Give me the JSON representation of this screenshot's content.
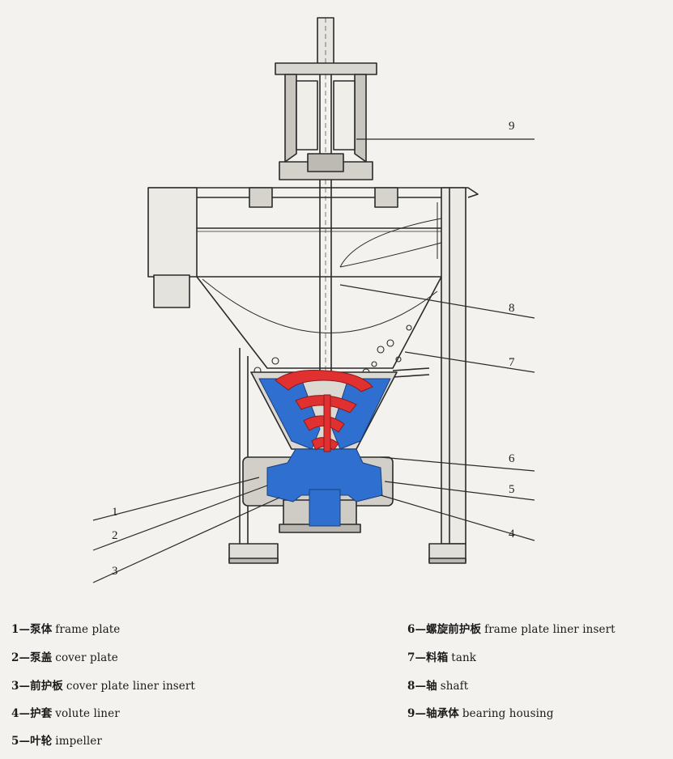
{
  "callouts": [
    "1",
    "2",
    "3",
    "4",
    "5",
    "6",
    "7",
    "8",
    "9"
  ],
  "legend": [
    {
      "num": "1—",
      "zh": "泵体",
      "en": "frame plate"
    },
    {
      "num": "2—",
      "zh": "泵盖",
      "en": "cover plate"
    },
    {
      "num": "3—",
      "zh": "前护板",
      "en": "cover plate liner insert"
    },
    {
      "num": "4—",
      "zh": "护套",
      "en": "volute liner"
    },
    {
      "num": "5—",
      "zh": "叶轮",
      "en": "impeller"
    },
    {
      "num": "6—",
      "zh": "螺旋前护板",
      "en": "frame plate liner insert"
    },
    {
      "num": "7—",
      "zh": "料箱",
      "en": "tank"
    },
    {
      "num": "8—",
      "zh": "轴",
      "en": "shaft"
    },
    {
      "num": "9—",
      "zh": "轴承体",
      "en": "bearing housing"
    }
  ],
  "colors": {
    "liner": "#2f6fd0",
    "impeller": "#e03030",
    "line": "#2a2a2a",
    "background": "#f4f2ee"
  }
}
